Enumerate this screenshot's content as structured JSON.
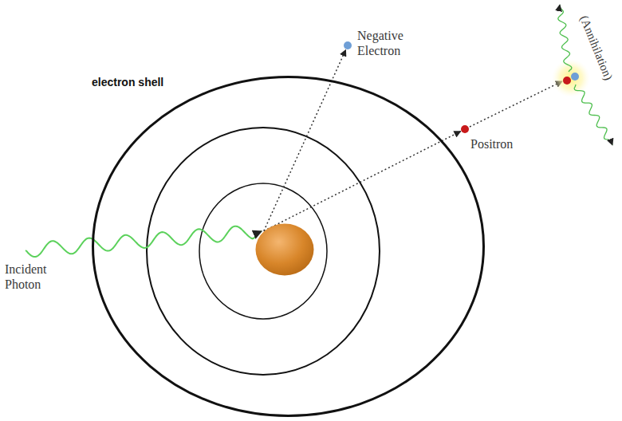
{
  "diagram": {
    "nodes": [
      {
        "text": [
          "electron shell"
        ]
      },
      {
        "text": [
          "Nucleus"
        ],
        "in": 0
      },
      {
        "text": [
          "Negative Electron"
        ]
      },
      {
        "text": [
          "Positron"
        ]
      }
    ],
    "edges": [
      {
        "from": 1,
        "to": 2,
        "arrow": "to"
      },
      {
        "from": 1,
        "to": 3,
        "arrow": "to"
      }
    ],
    "labels": [
      "Incident Photon",
      "(Annihilation)"
    ]
  }
}
